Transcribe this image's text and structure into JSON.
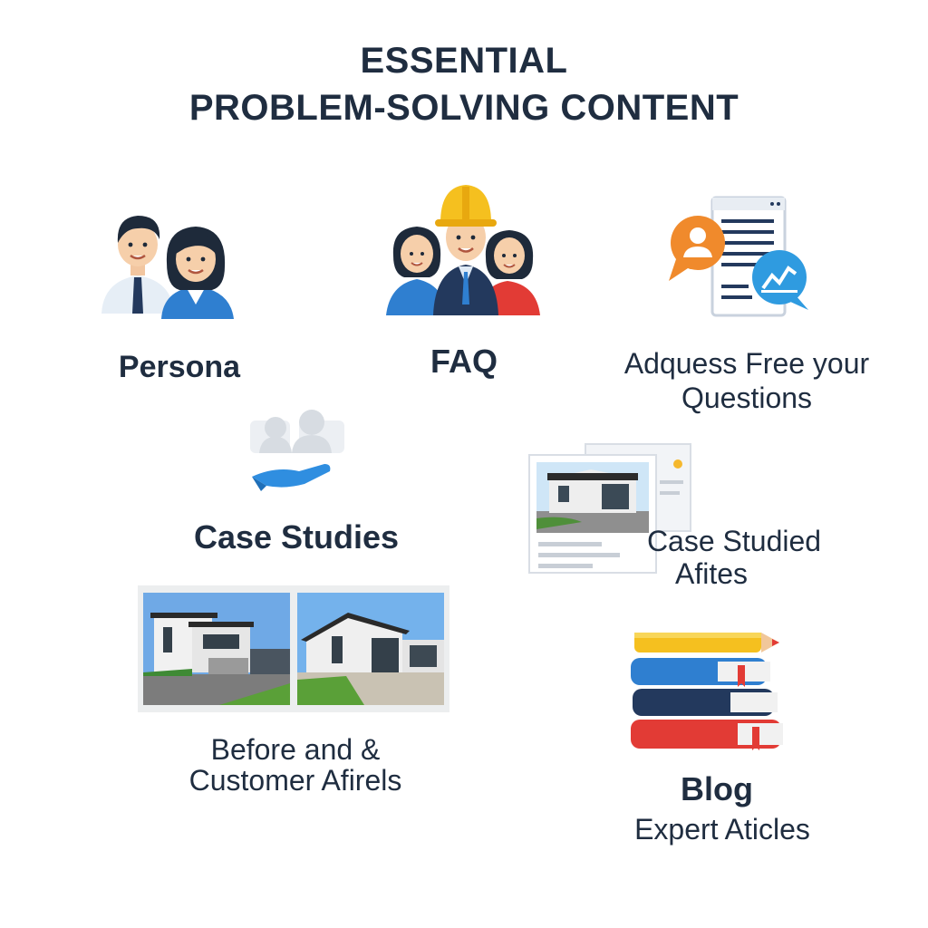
{
  "title": {
    "line1": "ESSENTIAL",
    "line2": "PROBLEM-SOLVING CONTENT"
  },
  "items": {
    "persona": {
      "label": "Persona",
      "icon": "business-people-icon"
    },
    "faq": {
      "label": "FAQ",
      "icon": "construction-team-icon"
    },
    "questions": {
      "line1": "Adquess Free your",
      "line2": "Questions",
      "icon": "chat-document-icon"
    },
    "case_studies": {
      "label": "Case Studies",
      "icon": "handshake-people-icon"
    },
    "case_studied": {
      "line1": "Case Studied",
      "line2": "Afites",
      "icon": "house-article-icon"
    },
    "before_after": {
      "line1": "Before and &",
      "line2": "Customer Afirels",
      "icon": "house-photos-icon"
    },
    "blog": {
      "label": "Blog",
      "sublabel": "Expert Aticles",
      "icon": "stacked-books-icon"
    }
  },
  "colors": {
    "navy": "#1f2d40",
    "blue": "#2f7fd0",
    "orange": "#f08a2c",
    "yellow": "#f5c01f",
    "red": "#e23b35"
  }
}
